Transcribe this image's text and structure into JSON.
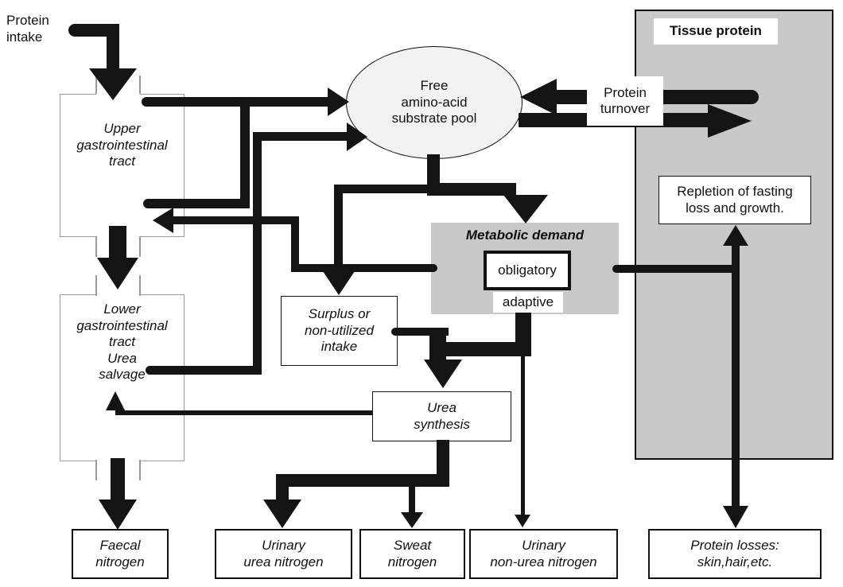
{
  "colors": {
    "line": "#141414",
    "tissue_panel_gray": "#c9c9c9",
    "metabolic_demand_gray": "#c9c9c9",
    "pool_fill": "#f2f2f2",
    "gi_outline_gray": "#9a9a9a"
  },
  "nodes": {
    "protein_intake": "Protein\nintake",
    "upper_gi": "Upper\ngastrointestinal\ntract",
    "lower_gi": "Lower\ngastrointestinal\ntract\nUrea\nsalvage",
    "pool": "Free\namino-acid\nsubstrate pool",
    "protein_turnover": "Protein\nturnover",
    "tissue_protein": "Tissue protein",
    "repletion": "Repletion of fasting\nloss and growth.",
    "metabolic_demand_title": "Metabolic demand",
    "obligatory": "obligatory",
    "adaptive": "adaptive",
    "surplus": "Surplus or\nnon-utilized\nintake",
    "urea_synthesis": "Urea\nsynthesis",
    "faecal_nitrogen": "Faecal\nnitrogen",
    "urinary_urea_nitrogen": "Urinary\nurea nitrogen",
    "sweat_nitrogen": "Sweat\nnitrogen",
    "urinary_non_urea_nitrogen": "Urinary\nnon-urea nitrogen",
    "protein_losses": "Protein losses:\nskin,hair,etc."
  }
}
